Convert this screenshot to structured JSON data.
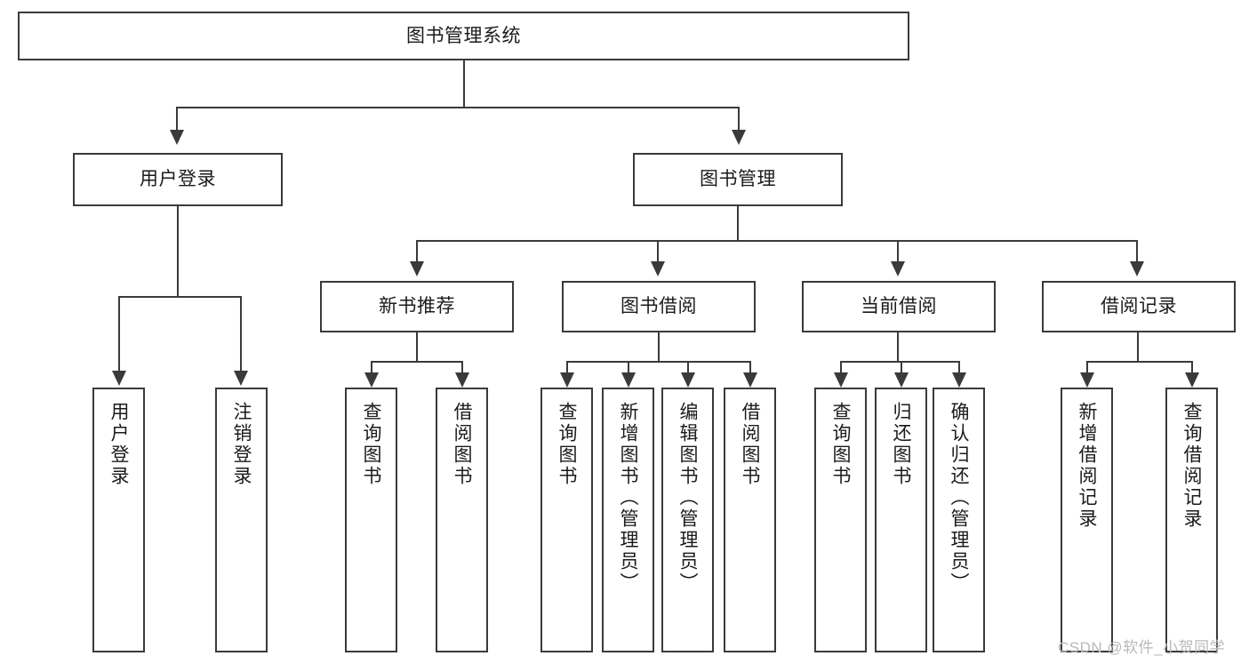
{
  "diagram": {
    "title": "图书管理系统",
    "type": "tree-hierarchy",
    "watermark": "CSDN @软件_小贺同学",
    "colors": {
      "stroke": "#3a3a3a",
      "fill": "#ffffff",
      "text": "#1b1b1b",
      "watermark": "#b9b9b9"
    },
    "root": {
      "label": "图书管理系统"
    },
    "level2": [
      {
        "label": "用户登录"
      },
      {
        "label": "图书管理"
      }
    ],
    "level3": [
      {
        "label": "新书推荐"
      },
      {
        "label": "图书借阅"
      },
      {
        "label": "当前借阅"
      },
      {
        "label": "借阅记录"
      }
    ],
    "leaves": {
      "user_login": [
        {
          "label": "用户登录"
        },
        {
          "label": "注销登录"
        }
      ],
      "new_book_recommend": [
        {
          "label": "查询图书"
        },
        {
          "label": "借阅图书"
        }
      ],
      "book_borrow": [
        {
          "label": "查询图书"
        },
        {
          "label": "新增图书（管理员）"
        },
        {
          "label": "编辑图书（管理员）"
        },
        {
          "label": "借阅图书"
        }
      ],
      "current_borrow": [
        {
          "label": "查询图书"
        },
        {
          "label": "归还图书"
        },
        {
          "label": "确认归还（管理员）"
        }
      ],
      "borrow_record": [
        {
          "label": "新增借阅记录"
        },
        {
          "label": "查询借阅记录"
        }
      ]
    }
  }
}
